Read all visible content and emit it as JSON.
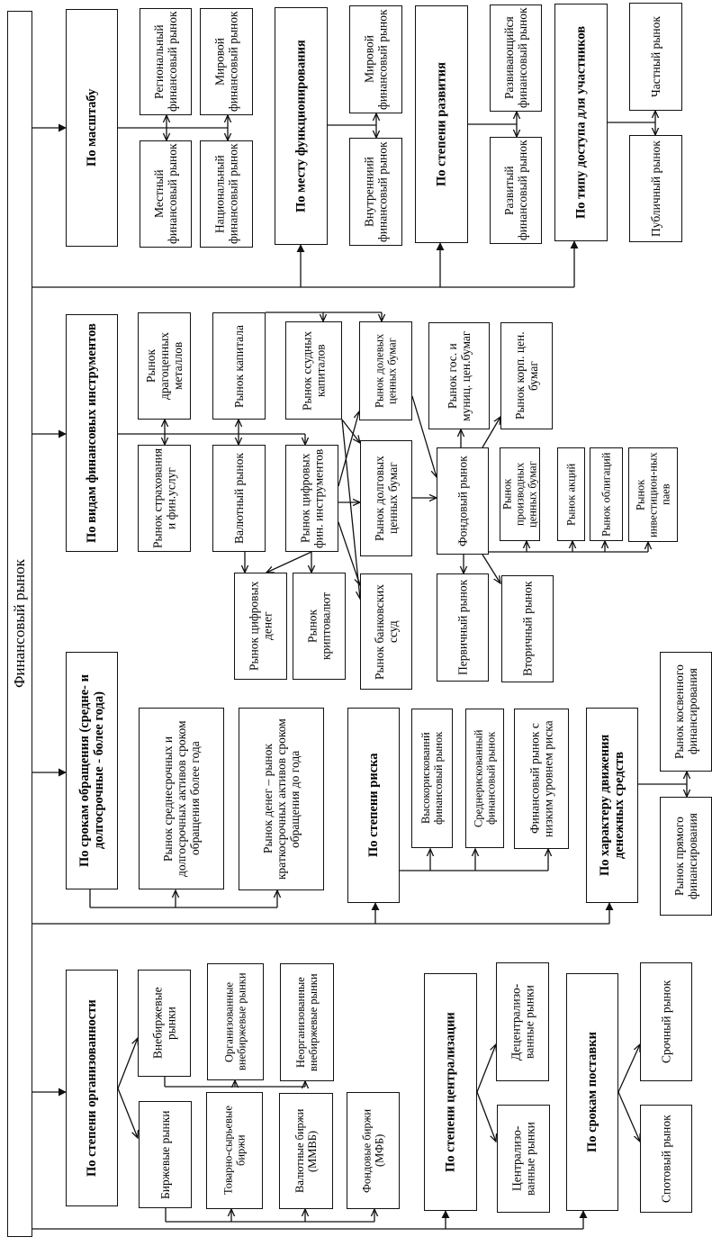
{
  "title": "Финансовый рынок",
  "by_scale": {
    "label": "По масштабу",
    "regional": "Региональный финансовый рынок",
    "world": "Мировой финансовый рынок",
    "local": "Местный финансовый рынок",
    "national": "Национальный финансовый рынок"
  },
  "by_place": {
    "label": "По месту функционирования",
    "world": "Мировой финансовый рынок",
    "domestic": "Внутренниий финансовый рынок"
  },
  "by_development": {
    "label": "По степени развития",
    "developing": "Развивающийся финансовый рынок",
    "developed": "Развитый финансовый рынок"
  },
  "by_access": {
    "label": "По типу доступа для участников",
    "private": "Частный рынок",
    "public": "Публичный рынок"
  },
  "by_instruments": {
    "label": "По видам финансовых инструментов",
    "precious_metals": "Рынок драгоценных металлов",
    "insurance": "Рынок страхования и фин.услуг",
    "capital": "Рынок капитала",
    "currency": "Валютный рынок",
    "loan_capital": "Рынок ссудных капиталов",
    "digital_instruments": "Рынок цифровых фин. инструментов",
    "equity_securities": "Рынок долевых ценных бумаг",
    "debt_securities": "Рынок долговых ценных бумаг",
    "gov_municipal": "Рынок гос. и муниц. цен.бумаг",
    "corporate": "Рынок корп. цен. бумаг",
    "stock_market": "Фондовый рынок",
    "derivatives": "Рынок производных ценных бумаг",
    "shares": "Рынок акций",
    "bonds": "Рынок облигаций",
    "investment_units": "Рынок инвестицион-ных паев",
    "digital_money": "Рынок цифровых денег",
    "crypto": "Рынок криптовалют",
    "bank_loans": "Рынок банковских ссуд",
    "primary": "Первичный рынок",
    "secondary": "Вторичный рынок"
  },
  "by_term": {
    "label": "По срокам обращения (средне- и долгосрочные - более года)",
    "long_term": "Рынок среднесрочных и долгосрочных активов сроком обращения более года",
    "money_market": "Рынок денег – рынок краткосрочных активов сроком обращения до года"
  },
  "by_risk": {
    "label": "По степени риска",
    "high": "Высокорискованнй финансовый рынок",
    "medium": "Среднерискованный финансовый рынок",
    "low": "Финансовый рынок с низким уровнем риска"
  },
  "by_flow": {
    "label": "По характеру движения денежных средств",
    "indirect": "Рынок косвенного финансирования",
    "direct": "Рынок прямого финансирования"
  },
  "by_organization": {
    "label": "По степени организованности",
    "otc": "Внебиржевые рынки",
    "exchange": "Биржевые рынки",
    "organized_otc": "Организованные внебиржевые рынки",
    "unorganized_otc": "Неорганизованные внебиржевые рынки",
    "commodity": "Товарно-сырьевые биржи",
    "currency_exchanges": "Валютные биржи (ММВБ)",
    "stock_exchanges": "Фондовые биржи (МФБ)"
  },
  "by_centralization": {
    "label": "По степени централизации",
    "decentralized": "Децентрализо-ванные рынки",
    "centralized": "Централизо-ванные рынки"
  },
  "by_delivery": {
    "label": "По срокам поставки",
    "futures": "Срочный рынок",
    "spot": "Спотовый рынок"
  }
}
